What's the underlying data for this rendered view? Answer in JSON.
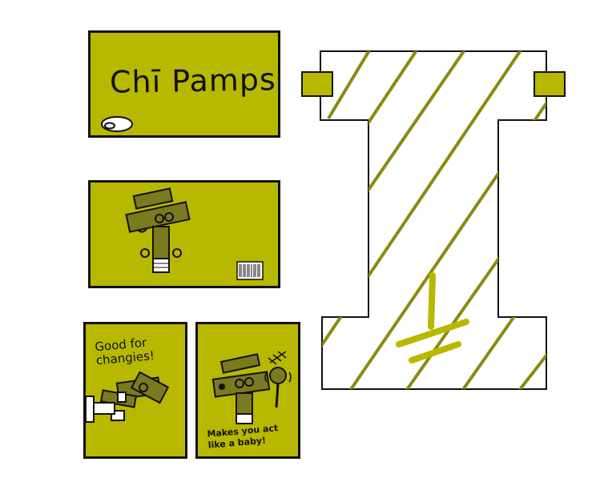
{
  "panels": {
    "title": {
      "text": "Chī Pamps"
    },
    "good": {
      "text": "Good for changies!"
    },
    "baby": {
      "text": "Makes you act like a baby!"
    }
  },
  "colors": {
    "olive": "#b8b800",
    "dark_olive": "#7a7a1e",
    "stripe": "#8a8a10",
    "outline": "#111111"
  },
  "icons": [
    "barcode-icon",
    "character-figure",
    "rattle-icon",
    "diaper-tape"
  ]
}
